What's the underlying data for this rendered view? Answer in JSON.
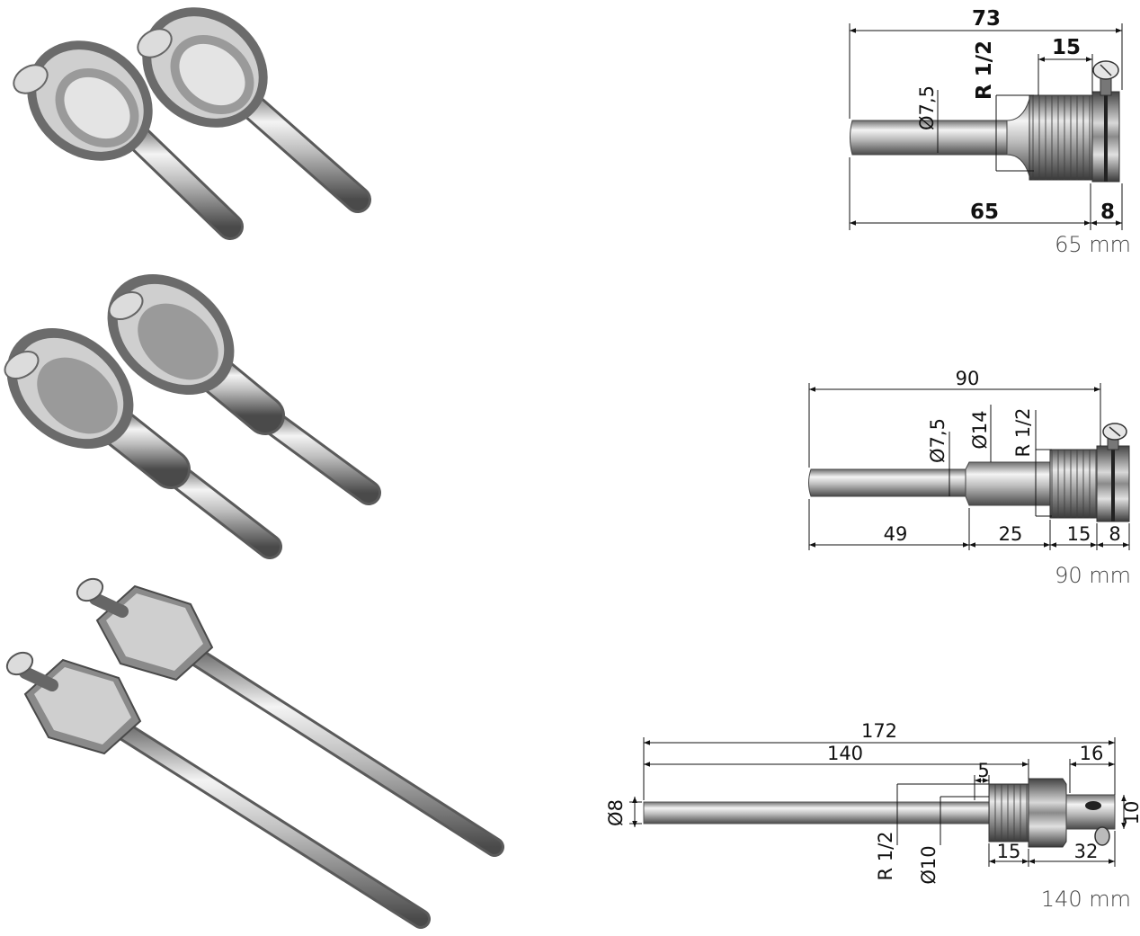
{
  "products": [
    {
      "caption": "65 mm",
      "dims": {
        "total": "73",
        "thread_len": "15",
        "shaft_dia": "Ø7,5",
        "thread": "R 1/2",
        "insert": "65",
        "head": "8"
      }
    },
    {
      "caption": "90 mm",
      "dims": {
        "total": "90",
        "shaft_dia": "Ø7,5",
        "step_dia": "Ø14",
        "thread": "R 1/2",
        "seg1": "49",
        "seg2": "25",
        "seg3": "15",
        "head": "8"
      }
    },
    {
      "caption": "140 mm",
      "dims": {
        "total": "172",
        "insert": "140",
        "top_head": "16",
        "small": "5",
        "shaft_dia": "Ø8",
        "thread": "R 1/2",
        "step_dia": "Ø10",
        "thread_len": "15",
        "head_len": "32",
        "end_dia": "10"
      }
    }
  ],
  "colors": {
    "steel_light": "#f2f2f2",
    "steel_mid": "#b8b8b8",
    "steel_dark": "#555555",
    "dim_line": "#111111",
    "caption": "#444444"
  }
}
